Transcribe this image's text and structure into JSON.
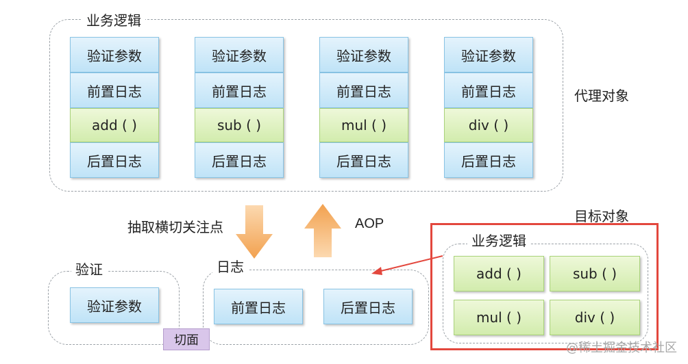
{
  "top_group": {
    "label": "业务逻辑",
    "columns": [
      {
        "validate": "验证参数",
        "pre_log": "前置日志",
        "method": "add ( )",
        "post_log": "后置日志"
      },
      {
        "validate": "验证参数",
        "pre_log": "前置日志",
        "method": "sub ( )",
        "post_log": "后置日志"
      },
      {
        "validate": "验证参数",
        "pre_log": "前置日志",
        "method": "mul ( )",
        "post_log": "后置日志"
      },
      {
        "validate": "验证参数",
        "pre_log": "前置日志",
        "method": "div ( )",
        "post_log": "后置日志"
      }
    ]
  },
  "labels": {
    "proxy_object": "代理对象",
    "target_object": "目标对象",
    "extract": "抽取横切关注点",
    "aop": "AOP",
    "aspect": "切面"
  },
  "validate_group": {
    "label": "验证",
    "item": "验证参数"
  },
  "log_group": {
    "label": "日志",
    "pre": "前置日志",
    "post": "后置日志"
  },
  "target_group": {
    "label": "业务逻辑",
    "methods": [
      "add ( )",
      "sub ( )",
      "mul ( )",
      "div ( )"
    ]
  },
  "watermark": "@稀土掘金技术社区",
  "colors": {
    "arrow": "#f6b26b",
    "highlight": "#e3473d",
    "method_fill": "#d2ecad",
    "log_fill": "#bfe3f7"
  }
}
